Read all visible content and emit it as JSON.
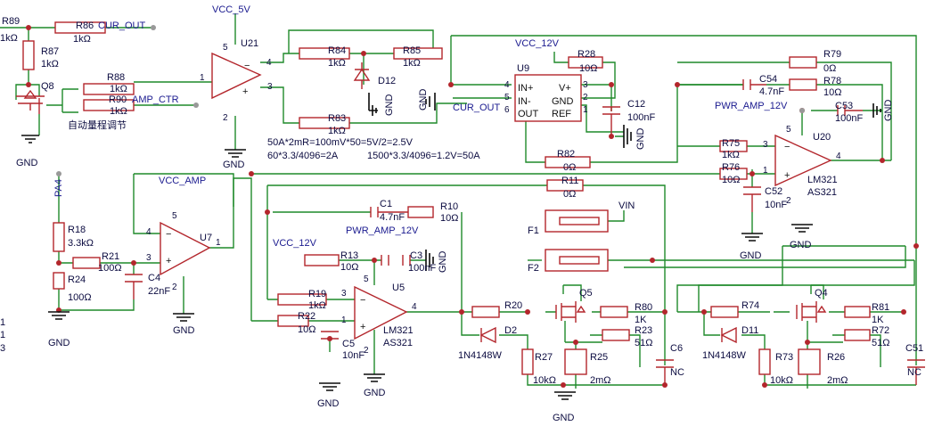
{
  "labels": {
    "r89": "R89",
    "r89v": "1kΩ",
    "r86": "R86",
    "r86v": "1kΩ",
    "cur_out_top": "CUR_OUT",
    "r87": "R87",
    "r87v": "1kΩ",
    "q8": "Q8",
    "r88": "R88",
    "r88v": "1kΩ",
    "r90": "R90",
    "r90v": "1kΩ",
    "amp_ctr": "AMP_CTR",
    "cn_note": "自动量程调节",
    "vcc5v": "VCC_5V",
    "u21": "U21",
    "r84": "R84",
    "r84v": "1kΩ",
    "r85": "R85",
    "r85v": "1kΩ",
    "d12": "D12",
    "r83": "R83",
    "r83v": "1kΩ",
    "note1": "50A*2mR=100mV*50=5V/2=2.5V",
    "note2": "60*3.3/4096=2A",
    "note3": "1500*3.3/4096=1.2V=50A",
    "gnd": "GND",
    "vcc12v": "VCC_12V",
    "u9": "U9",
    "r28": "R28",
    "r28v": "10Ω",
    "c12": "C12",
    "c12v": "100nF",
    "cur_out_mid": "CUR_OUT",
    "u9_in_p": "IN+",
    "u9_in_n": "IN-",
    "u9_out": "OUT",
    "u9_vp": "V+",
    "u9_gnd": "GND",
    "u9_ref": "REF",
    "r82": "R82",
    "r82v": "0Ω",
    "r79": "R79",
    "r79v": "0Ω",
    "c54": "C54",
    "c54v": "4.7nF",
    "r78": "R78",
    "r78v": "10Ω",
    "pwr_amp_12v_a": "PWR_AMP_12V",
    "c53": "C53",
    "c53v": "100nF",
    "r75": "R75",
    "r75v": "1kΩ",
    "u20": "U20",
    "r76": "R76",
    "r76v": "10Ω",
    "c52": "C52",
    "c52v": "10nF",
    "lm321_a": "LM321",
    "as321_a": "AS321",
    "pa4": "PA4",
    "vcc_amp": "VCC_AMP",
    "r18": "R18",
    "r18v": "3.3kΩ",
    "r21": "R21",
    "r21v": "100Ω",
    "r24": "R24",
    "r24v": "100Ω",
    "c4": "C4",
    "c4v": "22nF",
    "u7": "U7",
    "r11": "R11",
    "r11v": "0Ω",
    "c1": "C1",
    "c1v": "4.7nF",
    "r10": "R10",
    "r10v": "10Ω",
    "pwr_amp_12v_b": "PWR_AMP_12V",
    "r13": "R13",
    "r13v": "10Ω",
    "c3": "C3",
    "c3v": "100nF",
    "r19": "R19",
    "r19v": "1kΩ",
    "u5": "U5",
    "r22": "R22",
    "r22v": "10Ω",
    "c5": "C5",
    "c5v": "10nF",
    "lm321_b": "LM321",
    "as321_b": "AS321",
    "f1": "F1",
    "f2": "F2",
    "vin": "VIN",
    "r20": "R20",
    "d2": "D2",
    "d2v": "1N4148W",
    "q5": "Q5",
    "r80": "R80",
    "r80v": "1K",
    "r23": "R23",
    "r23v": "51Ω",
    "r27": "R27",
    "r27v": "10kΩ",
    "r25": "R25",
    "r25v": "2mΩ",
    "c6": "C6",
    "c6v": "NC",
    "r74": "R74",
    "d11": "D11",
    "d11v": "1N4148W",
    "q4": "Q4",
    "r81": "R81",
    "r81v": "1K",
    "r72": "R72",
    "r72v": "51Ω",
    "r73": "R73",
    "r73v": "10kΩ",
    "r26": "R26",
    "r26v": "2mΩ",
    "c51": "C51",
    "c51v": "NC",
    "edge1": "1",
    "edge2": "1",
    "edge3": "3"
  },
  "colors": {
    "wire": "#1f8a2a",
    "part": "#b3262c",
    "text": "#0b0b40",
    "net": "#1a1a8f"
  }
}
